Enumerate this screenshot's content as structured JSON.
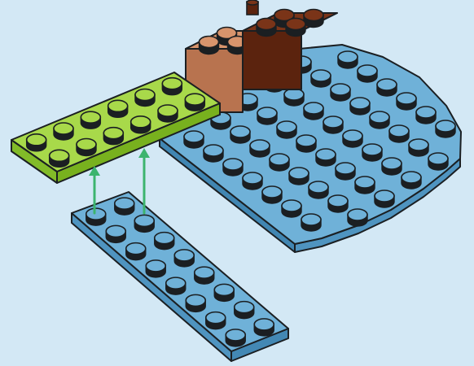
{
  "scene": {
    "background": "#d3e8f5",
    "outline": "#1b1f22",
    "plates": {
      "base": {
        "top": "#6fb1d8",
        "side": "#4f94c0",
        "stud_columns": 9
      },
      "green": {
        "top": "#a8d94a",
        "side": "#82bb28",
        "studs": [
          2,
          6
        ]
      },
      "loose_blue": {
        "top": "#6fb1d8",
        "side": "#4f94c0",
        "studs": [
          2,
          8
        ]
      },
      "tan_brick": {
        "top": "#d8946c",
        "side": "#b8734f",
        "studs": [
          2,
          2
        ]
      },
      "brown_brick": {
        "top": "#7a3418",
        "side": "#5b230e",
        "studs": [
          2,
          2
        ]
      }
    },
    "arrows": {
      "color": "#3cb46e",
      "count": 2,
      "direction": "up"
    }
  }
}
